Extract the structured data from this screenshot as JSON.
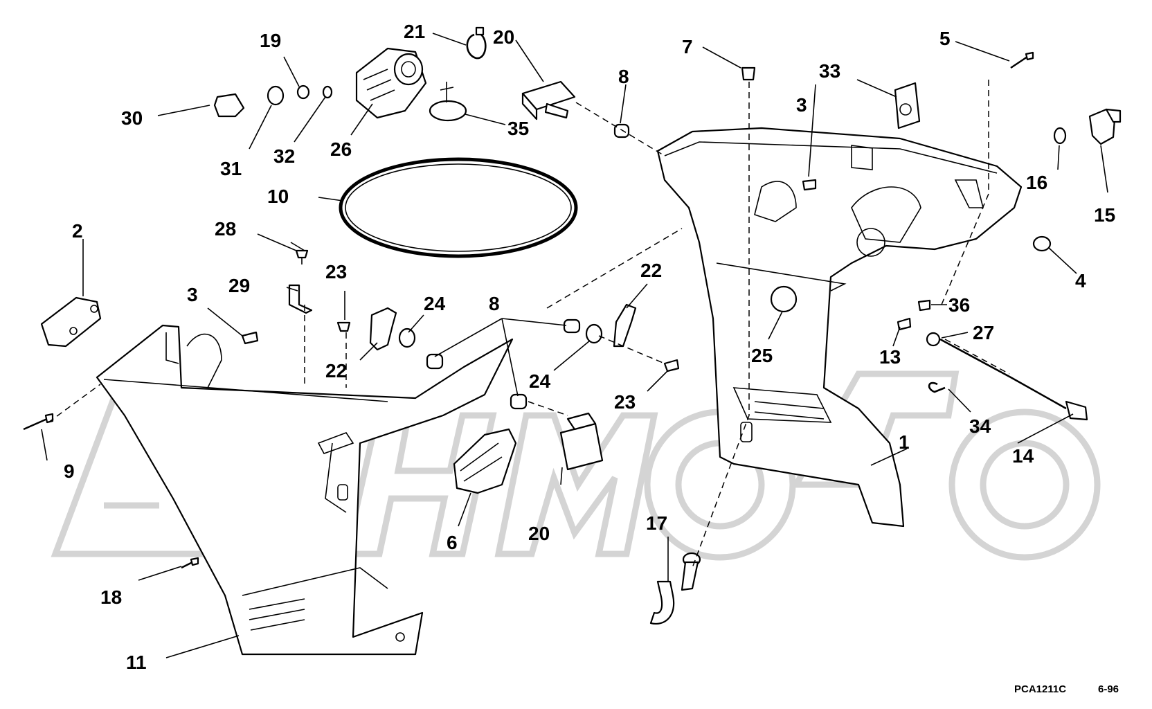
{
  "diagram": {
    "callouts": [
      {
        "id": "c1",
        "label": "1"
      },
      {
        "id": "c2",
        "label": "2"
      },
      {
        "id": "c3a",
        "label": "3"
      },
      {
        "id": "c3b",
        "label": "3"
      },
      {
        "id": "c4",
        "label": "4"
      },
      {
        "id": "c5",
        "label": "5"
      },
      {
        "id": "c6",
        "label": "6"
      },
      {
        "id": "c7",
        "label": "7"
      },
      {
        "id": "c8a",
        "label": "8"
      },
      {
        "id": "c8b",
        "label": "8"
      },
      {
        "id": "c9",
        "label": "9"
      },
      {
        "id": "c10",
        "label": "10"
      },
      {
        "id": "c11",
        "label": "11"
      },
      {
        "id": "c13",
        "label": "13"
      },
      {
        "id": "c14",
        "label": "14"
      },
      {
        "id": "c15",
        "label": "15"
      },
      {
        "id": "c16",
        "label": "16"
      },
      {
        "id": "c17",
        "label": "17"
      },
      {
        "id": "c18",
        "label": "18"
      },
      {
        "id": "c19",
        "label": "19"
      },
      {
        "id": "c20a",
        "label": "20"
      },
      {
        "id": "c20b",
        "label": "20"
      },
      {
        "id": "c21",
        "label": "21"
      },
      {
        "id": "c22a",
        "label": "22"
      },
      {
        "id": "c22b",
        "label": "22"
      },
      {
        "id": "c23a",
        "label": "23"
      },
      {
        "id": "c23b",
        "label": "23"
      },
      {
        "id": "c24a",
        "label": "24"
      },
      {
        "id": "c24b",
        "label": "24"
      },
      {
        "id": "c25",
        "label": "25"
      },
      {
        "id": "c26",
        "label": "26"
      },
      {
        "id": "c27",
        "label": "27"
      },
      {
        "id": "c28",
        "label": "28"
      },
      {
        "id": "c29",
        "label": "29"
      },
      {
        "id": "c30",
        "label": "30"
      },
      {
        "id": "c31",
        "label": "31"
      },
      {
        "id": "c32",
        "label": "32"
      },
      {
        "id": "c33",
        "label": "33"
      },
      {
        "id": "c34",
        "label": "34"
      },
      {
        "id": "c35",
        "label": "35"
      },
      {
        "id": "c36",
        "label": "36"
      }
    ],
    "drawing_code": "PCA1211C",
    "drawing_date": "6-96",
    "watermark_text": "AeHMoto",
    "colors": {
      "line": "#000000",
      "background": "#ffffff",
      "watermark": "#d4d4d4"
    }
  }
}
